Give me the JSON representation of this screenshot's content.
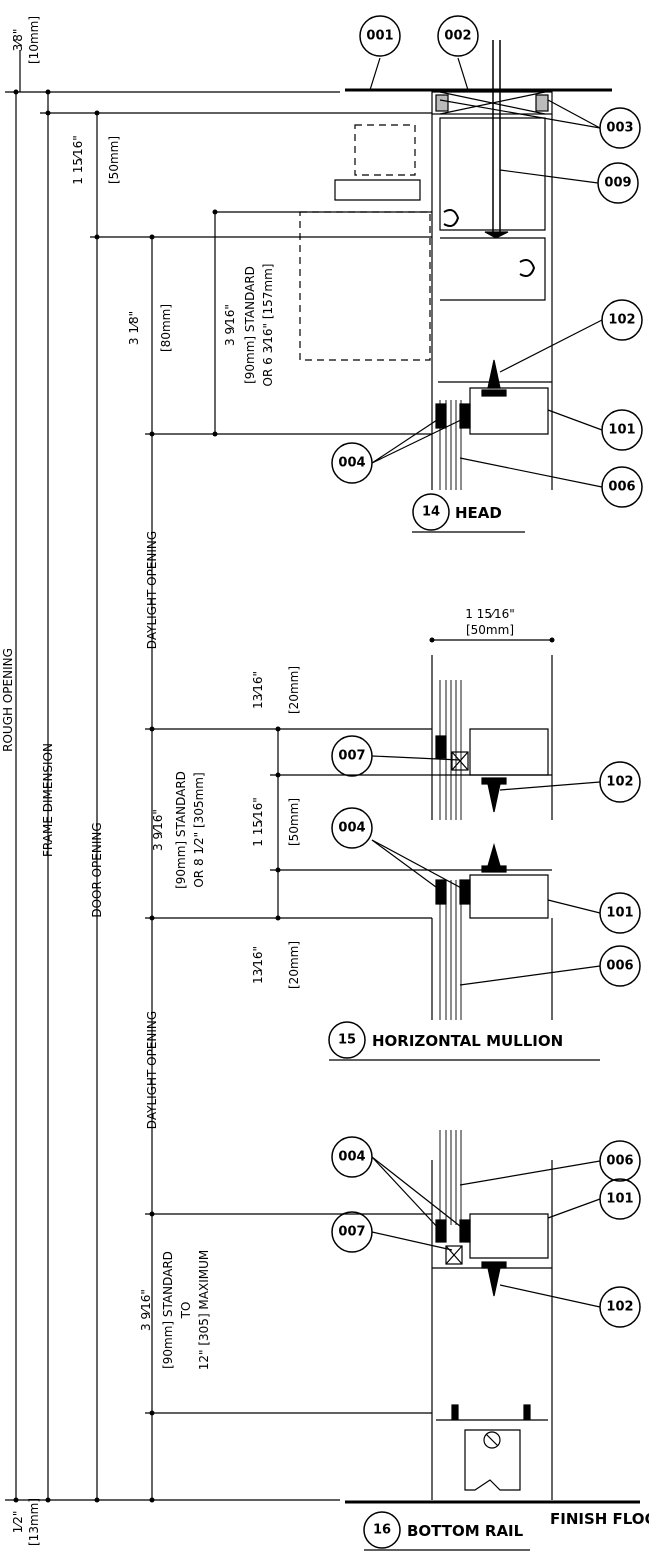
{
  "dimensions": {
    "top_3_8": "3⁄8\"",
    "top_10mm": "[10mm]",
    "head_1_15_16": "1 15⁄16\"",
    "head_50mm": "[50mm]",
    "head_3_1_8": "3 1⁄8\"",
    "head_80mm": "[80mm]",
    "head_3_9_16": "3 9⁄16\"",
    "head_std": "[90mm] STANDARD",
    "head_or": "OR 6 3⁄16\" [157mm]",
    "mull_width": "1 15⁄16\"",
    "mull_width_mm": "[50mm]",
    "mull_13_16_a": "13⁄16\"",
    "mull_20mm_a": "[20mm]",
    "mull_1_15_16": "1 15⁄16\"",
    "mull_50mm": "[50mm]",
    "mull_13_16_b": "13⁄16\"",
    "mull_20mm_b": "[20mm]",
    "mull_3_9_16": "3 9⁄16\"",
    "mull_std": "[90mm] STANDARD",
    "mull_or": "OR 8 1⁄2\" [305mm]",
    "bot_3_9_16": "3 9⁄16\"",
    "bot_std": "[90mm] STANDARD",
    "bot_to": "TO",
    "bot_max": "12\" [305] MAXIMUM",
    "bot_1_2": "1⁄2\"",
    "bot_13mm": "[13mm]"
  },
  "labels": {
    "rough_opening": "ROUGH OPENING",
    "frame_dimension": "FRAME DIMENSION",
    "door_opening": "DOOR OPENING",
    "daylight_opening_1": "DAYLIGHT OPENING",
    "daylight_opening_2": "DAYLIGHT OPENING",
    "finish_floor": "FINISH FLOOR"
  },
  "callouts": {
    "c001": "001",
    "c002": "002",
    "c003": "003",
    "c009": "009",
    "c102_head": "102",
    "c101_head": "101",
    "c004_head": "004",
    "c006_head": "006",
    "c007_mull": "007",
    "c102_mull": "102",
    "c004_mull": "004",
    "c101_mull": "101",
    "c006_mull": "006",
    "c004_bot": "004",
    "c006_bot": "006",
    "c101_bot": "101",
    "c007_bot": "007",
    "c102_bot": "102"
  },
  "sections": {
    "head_num": "14",
    "head_title": "HEAD",
    "mull_num": "15",
    "mull_title": "HORIZONTAL MULLION",
    "bot_num": "16",
    "bot_title": "BOTTOM RAIL"
  }
}
